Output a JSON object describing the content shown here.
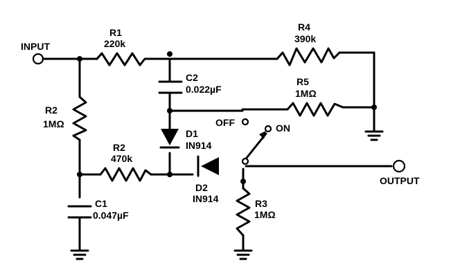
{
  "terminals": {
    "input": "INPUT",
    "output": "OUTPUT"
  },
  "components": {
    "r1": {
      "name": "R1",
      "value": "220k"
    },
    "r2_vertical": {
      "name": "R2",
      "value": "1MΩ"
    },
    "r2_horizontal": {
      "name": "R2",
      "value": "470k"
    },
    "r3": {
      "name": "R3",
      "value": "1MΩ"
    },
    "r4": {
      "name": "R4",
      "value": "390k"
    },
    "r5": {
      "name": "R5",
      "value": "1MΩ"
    },
    "c1": {
      "name": "C1",
      "value": "0.047µF"
    },
    "c2": {
      "name": "C2",
      "value": "0.022µF"
    },
    "d1": {
      "name": "D1",
      "value": "IN914"
    },
    "d2": {
      "name": "D2",
      "value": "IN914"
    }
  },
  "switch": {
    "off_label": "OFF",
    "on_label": "ON"
  }
}
